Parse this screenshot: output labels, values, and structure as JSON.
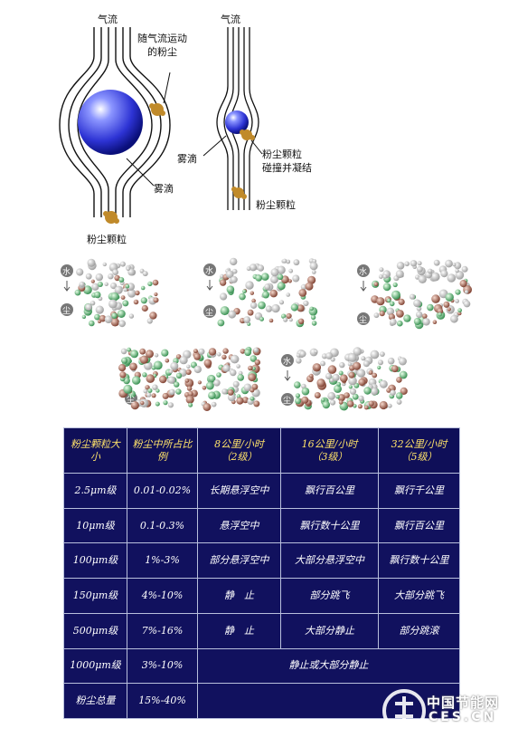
{
  "diagram_labels": {
    "airflow_left": "气流",
    "airflow_right": "气流",
    "dust_following_flow": "随气流运动\n的粉尘",
    "droplet_left": "雾滴",
    "dust_particle_left": "粉尘颗粒",
    "droplet_right": "雾滴",
    "collide_coagulate": "粉尘颗粒\n碰撞并凝结",
    "dust_particle_right": "粉尘颗粒"
  },
  "panel_icons": {
    "water": "水",
    "dust": "尘"
  },
  "table": {
    "headers": [
      "粉尘颗粒大小",
      "粉尘中所占比例",
      "8公里/小时\n（2级）",
      "16公里/小时\n（3级）",
      "32公里/小时\n（5级）"
    ],
    "rows": [
      [
        "2.5μm级",
        "0.01-0.02%",
        "长期悬浮空中",
        "飘行百公里",
        "飘行千公里"
      ],
      [
        "10μm级",
        "0.1-0.3%",
        "悬浮空中",
        "飘行数十公里",
        "飘行百公里"
      ],
      [
        "100μm级",
        "1%-3%",
        "部分悬浮空中",
        "大部分悬浮空中",
        "飘行数十公里"
      ],
      [
        "150μm级",
        "4%-10%",
        "静　止",
        "部分跳飞",
        "大部分跳飞"
      ],
      [
        "500μm级",
        "7%-16%",
        "静　止",
        "大部分静止",
        "部分跳滚"
      ],
      [
        "1000μm级",
        "3%-10%",
        "静止或大部分静止"
      ],
      [
        "粉尘总量",
        "15%-40%",
        ""
      ]
    ]
  },
  "watermark": {
    "name": "中国节能网",
    "domain": "CES.CN"
  },
  "colors": {
    "table_bg": "#11115e",
    "header_text": "#ffe36a",
    "droplet": "#2b35d8",
    "dust": "#c08a2a"
  }
}
